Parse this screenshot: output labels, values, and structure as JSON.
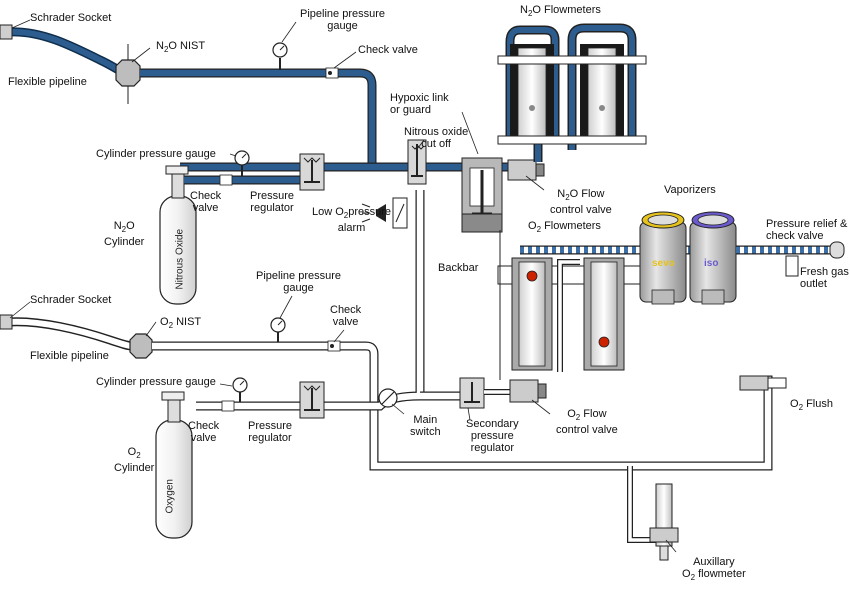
{
  "colors": {
    "n2o_pipe": "#1f4f7a",
    "n2o_flex": "#2c5d8e",
    "o2_pipe": "#ffffff",
    "outline": "#222222",
    "metal": "#c8c8c8",
    "dark_metal": "#555555",
    "float_red": "#cc2200",
    "backbar_blue": "#3a6ea5",
    "sevo_yellow": "#e6c21c",
    "iso_purple": "#6a5acd"
  },
  "labels": {
    "schrader_top": "Schrader Socket",
    "flexible_top": "Flexible pipeline",
    "n2o_nist_a": "N",
    "n2o_nist_sub": "2",
    "n2o_nist_b": "O  NIST",
    "pipeline_gauge_top": "Pipeline pressure\ngauge",
    "check_valve_top": "Check valve",
    "n2o_flowmeters_a": "N",
    "n2o_flowmeters_sub": "2",
    "n2o_flowmeters_b": "O Flowmeters",
    "hypoxic": "Hypoxic link\nor guard",
    "nitrous_cutoff": "Nitrous oxide\ncut off",
    "cyl_gauge_top": "Cylinder pressure  gauge",
    "check_valve_n2o_cyl": "Check\nvalve",
    "pressure_reg_n2o": "Pressure\nregulator",
    "n2o_cyl_a": "N",
    "n2o_cyl_sub": "2",
    "n2o_cyl_b": "O\nCylinder",
    "low_o2_a": "Low O",
    "low_o2_sub": "2",
    "low_o2_b": "pressure\nalarm",
    "n2o_flow_ctrl_a": "N",
    "n2o_flow_ctrl_sub": "2",
    "n2o_flow_ctrl_b": "O Flow\ncontrol valve",
    "vaporizers": "Vaporizers",
    "o2_flowmeters_a": "O",
    "o2_flowmeters_sub": "2",
    "o2_flowmeters_b": " Flowmeters",
    "pressure_relief": "Pressure relief &\ncheck valve",
    "backbar": "Backbar",
    "fresh_gas": "Fresh  gas\noutlet",
    "sevo": "sevo",
    "iso": "iso",
    "nitrous_oxide_cyl": "Nitrous Oxide",
    "pipeline_gauge_o2": "Pipeline pressure\ngauge",
    "schrader_o2": "Schrader Socket",
    "o2_nist_a": "O",
    "o2_nist_sub": "2",
    "o2_nist_b": "  NIST",
    "check_valve_o2": "Check\nvalve",
    "flexible_o2": "Flexible pipeline",
    "cyl_gauge_o2": "Cylinder pressure  gauge",
    "o2_flush_a": "O",
    "o2_flush_sub": "2",
    "o2_flush_b": " Flush",
    "check_valve_o2_cyl": "Check\nvalve",
    "pressure_reg_o2": "Pressure\nregulator",
    "main_switch": "Main\nswitch",
    "secondary_reg": "Secondary\npressure\nregulator",
    "o2_flow_ctrl_a": "O",
    "o2_flow_ctrl_sub": "2",
    "o2_flow_ctrl_b": " Flow\ncontrol valve",
    "o2_cyl_a": "O",
    "o2_cyl_sub": "2",
    "o2_cyl_b": "\nCylinder",
    "oxygen_cyl": "Oxygen",
    "aux_a": "Auxillary",
    "aux_b_a": "O",
    "aux_b_sub": "2",
    "aux_b_b": " flowmeter"
  }
}
